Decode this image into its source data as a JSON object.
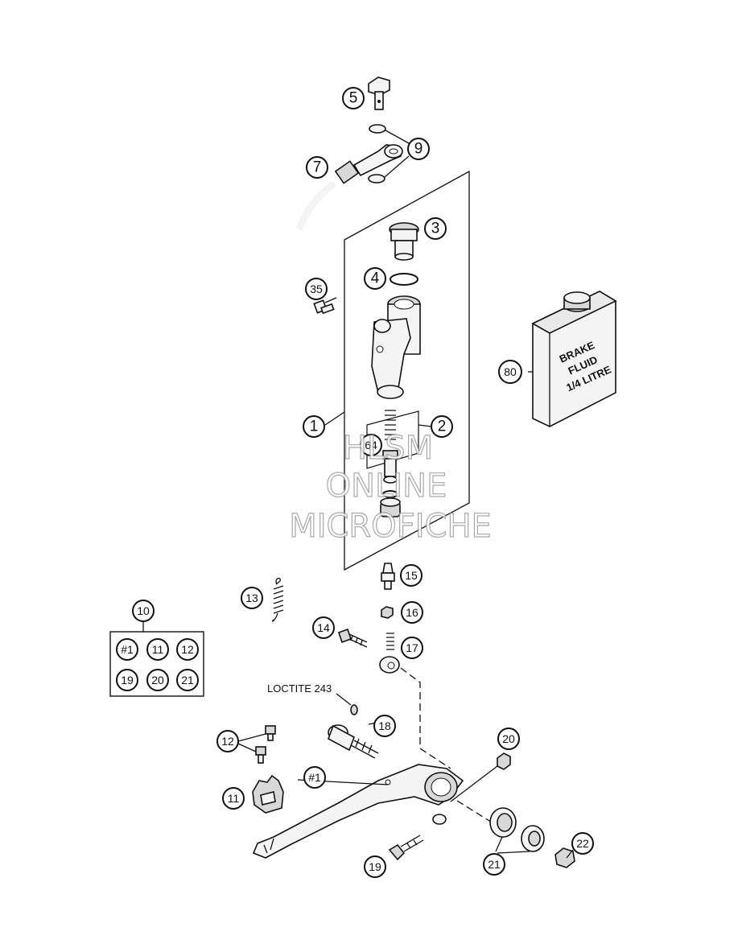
{
  "callouts": {
    "c5": "5",
    "c9": "9",
    "c7": "7",
    "c3": "3",
    "c4": "4",
    "c35": "35",
    "c80": "80",
    "c1": "1",
    "c2": "2",
    "c64": "64",
    "c15": "15",
    "c13": "13",
    "c10": "10",
    "c16": "16",
    "c14": "14",
    "c17": "17",
    "c18": "18",
    "c12": "12",
    "c20": "20",
    "c11": "11",
    "c1b": "#1",
    "c22": "22",
    "c21": "21",
    "c19": "19"
  },
  "kit": {
    "items": [
      "#1",
      "11",
      "12",
      "19",
      "20",
      "21"
    ]
  },
  "labels": {
    "loctite": "LOCTITE 243"
  },
  "bottle": {
    "line1": "BRAKE",
    "line2": "FLUID",
    "line3": "1/4 LITRE"
  },
  "watermark": {
    "line1": "HLSM",
    "line2": "ONLINE",
    "line3": "MICROFICHE"
  }
}
